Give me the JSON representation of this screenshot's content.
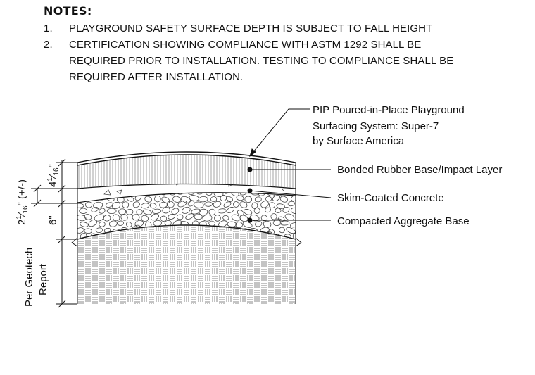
{
  "notes": {
    "title": "NOTES:",
    "items": [
      {
        "num": "1.",
        "lines": [
          "PLAYGROUND SAFETY SURFACE DEPTH IS SUBJECT TO FALL HEIGHT"
        ]
      },
      {
        "num": "2.",
        "lines": [
          "CERTIFICATION SHOWING COMPLIANCE WITH ASTM 1292 SHALL BE",
          "REQUIRED PRIOR TO INSTALLATION. TESTING TO COMPLIANCE SHALL BE",
          "REQUIRED AFTER INSTALLATION."
        ]
      }
    ]
  },
  "callouts": {
    "pip": [
      "PIP  Poured-in-Place Playground",
      "Surfacing System: Super-7",
      "by Surface America"
    ],
    "rubber": "Bonded Rubber Base/Impact Layer",
    "concrete": "Skim-Coated Concrete",
    "aggregate": "Compacted Aggregate Base"
  },
  "dimensions": {
    "total_depth": "2¹⁄₁₆\" (+/-)",
    "total_whole": "2",
    "total_frac_num": "1",
    "total_frac_den": "16",
    "total_suffix": "\" (+/-)",
    "rubber_whole": "4",
    "rubber_frac_num": "1",
    "rubber_frac_den": "16",
    "rubber_suffix": "\"",
    "aggregate": "6\"",
    "subgrade_line1": "Per Geotech",
    "subgrade_line2": "Report"
  }
}
